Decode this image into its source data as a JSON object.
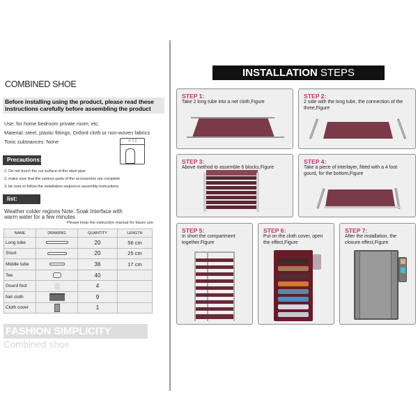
{
  "left_panel": {
    "title": "COMBINED SHOE",
    "notice": "Before installing using the product, please read these instructions carefully before assembling the product",
    "info": [
      "Use: for home bedroom private room, etc.",
      "Material: steel, plastic fittings, Oxford cloth or non-woven fabrics",
      "Toxic substances: None"
    ],
    "pipe_icon": "steel-pipe-warning-icon",
    "precautions_label": "Precautions:",
    "precautions": [
      "1. Do not touch the cut surface of the steel pipe",
      "2, make sure that the various parts of the accessories are complete",
      "3, be sure to follow the installation sequence assembly instructions"
    ],
    "list_label": "list:",
    "weather_note": "Weather colder regions Note:  Soak Interface with warm water  for a few minutes",
    "keep_note": "Please keep the instruction manual for future use.",
    "table": {
      "headers": [
        "NAME",
        "DRAWING",
        "QUANTITY",
        "LENGTH"
      ],
      "rows": [
        {
          "name": "Long tube",
          "drawing": "long-tube",
          "quantity": "20",
          "length": "56 cm"
        },
        {
          "name": "Short",
          "drawing": "short-tube",
          "quantity": "20",
          "length": "25 cm"
        },
        {
          "name": "Middle tube",
          "drawing": "middle-tube",
          "quantity": "36",
          "length": "17 cm"
        },
        {
          "name": "Tee",
          "drawing": "tee-connector",
          "quantity": "40",
          "length": ""
        },
        {
          "name": "Gourd foot",
          "drawing": "gourd-foot",
          "quantity": "4",
          "length": ""
        },
        {
          "name": "Net cloth",
          "drawing": "net-cloth",
          "quantity": "9",
          "length": ""
        },
        {
          "name": "Cloth cover",
          "drawing": "cloth-cover",
          "quantity": "1",
          "length": ""
        }
      ]
    },
    "fashion_banner": "FASHION SIMPLICITY",
    "subtitle": "Combined shoe"
  },
  "right_panel": {
    "banner_bold": "INSTALLATION",
    "banner_light": " STEPS",
    "steps": [
      {
        "title": "STEP 1:",
        "desc": "Take 2 long tube into a net cloth,Figure"
      },
      {
        "title": "STEP 2:",
        "desc": "2 side with the long tube, the connection of the three,Figure"
      },
      {
        "title": "STEP 3:",
        "desc": "Above method to assemble 6 blocks,Figure"
      },
      {
        "title": "STEP 4:",
        "desc": "Take a piece of interlayer, fitted with a 4 foot gourd, for the bottom,Figure"
      },
      {
        "title": "STEP 5:",
        "desc": "In short the compartment together.Figure"
      },
      {
        "title": "STEP 6:",
        "desc": "Put on the cloth cover, open the effect,Figure"
      },
      {
        "title": "STEP 7:",
        "desc": "After the installation, the closure effect,Figure"
      }
    ]
  },
  "colors": {
    "step_title": "#c0306a",
    "fabric_maroon": "#7b3a48",
    "cover_burgundy": "#6a1a28",
    "cover_gray": "#8a8a8a",
    "label_box": "#3b3b3b"
  }
}
